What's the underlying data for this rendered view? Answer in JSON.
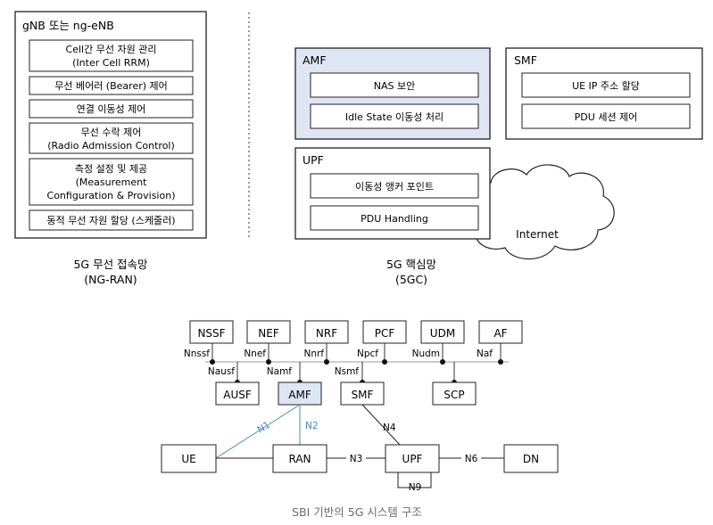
{
  "ran": {
    "panel_title": "gNB 또는 ng-eNB",
    "functions": [
      {
        "lines": [
          "Cell간 무선 자원 관리",
          "(Inter Cell RRM)"
        ]
      },
      {
        "lines": [
          "무선 베어러 (Bearer) 제어"
        ]
      },
      {
        "lines": [
          "연결 이동성 제어"
        ]
      },
      {
        "lines": [
          "무선 수락 제어",
          "(Radio Admission Control)"
        ]
      },
      {
        "lines": [
          "측정 설정 및 제공",
          "(Measurement",
          "Configuration & Provision)"
        ]
      },
      {
        "lines": [
          "동적 무선 자원 할당 (스케줄러)"
        ]
      }
    ],
    "caption": [
      "5G 무선 접속망",
      "(NG-RAN)"
    ]
  },
  "core": {
    "amf": {
      "title": "AMF",
      "items": [
        "NAS 보안",
        "Idle State 이동성 처리"
      ]
    },
    "smf": {
      "title": "SMF",
      "items": [
        "UE IP 주소 할당",
        "PDU 세션 제어"
      ]
    },
    "upf": {
      "title": "UPF",
      "items": [
        "이동성 앵커 포인트",
        "PDU Handling"
      ]
    },
    "internet": "Internet",
    "caption": [
      "5G 핵심망",
      "(5GC)"
    ]
  },
  "sbi": {
    "top_nfs": [
      "NSSF",
      "NEF",
      "NRF",
      "PCF",
      "UDM",
      "AF"
    ],
    "top_interfaces": [
      "Nnssf",
      "Nnef",
      "Nnrf",
      "Npcf",
      "Nudm",
      "Naf"
    ],
    "bottom_nfs": [
      "AUSF",
      "AMF",
      "SMF",
      "SCP"
    ],
    "bottom_interfaces": [
      "Nausf",
      "Namf",
      "Nsmf"
    ],
    "nodes": {
      "ue": "UE",
      "ran": "RAN",
      "upf": "UPF",
      "dn": "DN"
    },
    "refs": {
      "n1": "N1",
      "n2": "N2",
      "n3": "N3",
      "n4": "N4",
      "n6": "N6",
      "n9": "N9"
    }
  },
  "footer": {
    "text": "SBI 기반의 5G 시스템 구조"
  },
  "colors": {
    "amf_fill": "#dfe6f3",
    "accent_blue": "#4a86c5",
    "caption_gray": "#6b6b6b"
  }
}
